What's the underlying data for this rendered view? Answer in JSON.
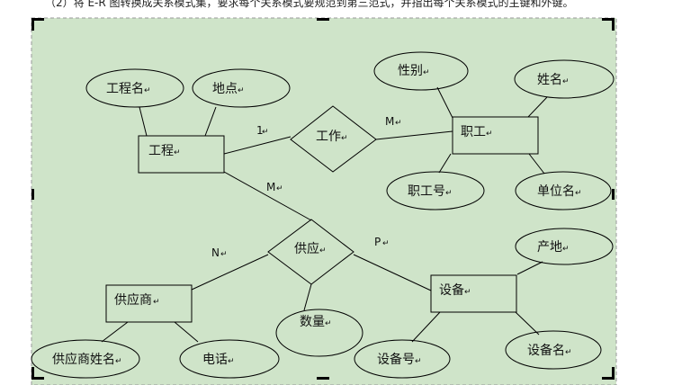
{
  "top_line": "（2）将 E-R 图转换成关系模式集，要求每个关系模式要规范到第三范式，并指出每个关系模式的主键和外键。",
  "para_mark": "↵",
  "entities": {
    "project": "工程",
    "employee": "职工",
    "supplier": "供应商",
    "equipment": "设备"
  },
  "relationships": {
    "work": "工作",
    "supply": "供应"
  },
  "attributes": {
    "project_name": "工程名",
    "location": "地点",
    "gender": "性别",
    "name": "姓名",
    "employee_no": "职工号",
    "unit_name": "单位名",
    "supplier_name": "供应商姓名",
    "phone": "电话",
    "quantity": "数量",
    "origin": "产地",
    "equipment_no": "设备号",
    "equipment_name": "设备名"
  },
  "cardinalities": {
    "work_project": "1",
    "work_employee": "M",
    "supply_project": "M",
    "supply_supplier": "N",
    "supply_equipment": "P"
  }
}
